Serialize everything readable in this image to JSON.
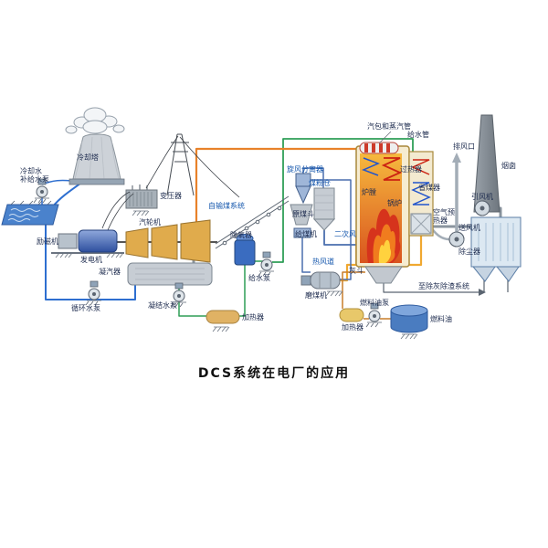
{
  "title": "DCS系统在电厂的应用",
  "labels": {
    "cooling_tower": "冷却塔",
    "cooling_makeup_pump": "冷却水\n补给水泵",
    "transformer": "变压器",
    "exciter": "励磁机",
    "generator": "发电机",
    "turbine": "汽轮机",
    "condenser": "凝汽器",
    "circulating_pump": "循环水泵",
    "condensate_pump": "凝结水泵",
    "lp_heater": "加热器",
    "deaerator": "除氧器",
    "feed_pump": "给水泵",
    "coal_conveying": "自输煤系统",
    "separator": "旋风分离器",
    "coal_silo": "煤粉仓",
    "raw_coal_hopper": "原煤斗",
    "coal_feeder": "给煤机",
    "secondary_air": "二次风",
    "hot_air_duct": "热风道",
    "coal_mill": "磨煤机",
    "ash_hopper": "灰斗",
    "drum_steam_pipe": "汽包和蒸汽管",
    "feed_pipe": "给水管",
    "air_outlet": "排风口",
    "chimney": "烟囱",
    "superheater": "过热器",
    "economizer": "省煤器",
    "furnace": "炉膛",
    "boiler": "锅炉",
    "air_preheater": "空气预\n热器",
    "fd_fan": "送风机",
    "id_fan": "引风机",
    "dust_collector": "除尘器",
    "to_ash_system": "至除灰除渣系统",
    "fuel_oil_pump": "燃料油泵",
    "fuel_heater": "加热器",
    "fuel_oil": "燃料油"
  },
  "colors": {
    "water_blue": "#2e6fd0",
    "steam_orange": "#e8822a",
    "feedwater_green": "#2f9e57",
    "hot_air_orange": "#f0a830",
    "flame_red": "#d6331c",
    "label_blue": "#1557ad"
  }
}
